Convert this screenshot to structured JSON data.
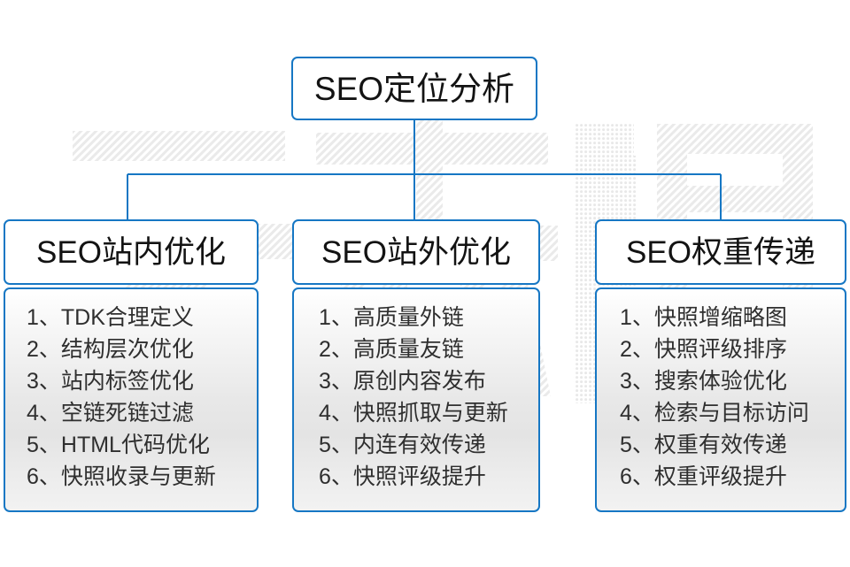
{
  "theme": {
    "line_color": "#1677c4",
    "border_color": "#1677c4",
    "title_text_color": "#131313",
    "item_text_color": "#2f2f2f",
    "background": "#ffffff",
    "watermark_color": "#ebebeb"
  },
  "watermark": {
    "text": "云无限",
    "characters": [
      "云",
      "无",
      "限"
    ]
  },
  "root": {
    "label": "SEO定位分析"
  },
  "columns": [
    {
      "id": "seo-onsite",
      "header": "SEO站内优化",
      "items": [
        {
          "num": "1、",
          "label": "TDK合理定义"
        },
        {
          "num": "2、",
          "label": "结构层次优化"
        },
        {
          "num": "3、",
          "label": "站内标签优化"
        },
        {
          "num": "4、",
          "label": "空链死链过滤"
        },
        {
          "num": "5、",
          "label": "HTML代码优化"
        },
        {
          "num": "6、",
          "label": "快照收录与更新"
        }
      ]
    },
    {
      "id": "seo-offsite",
      "header": "SEO站外优化",
      "items": [
        {
          "num": "1、",
          "label": "高质量外链"
        },
        {
          "num": "2、",
          "label": "高质量友链"
        },
        {
          "num": "3、",
          "label": "原创内容发布"
        },
        {
          "num": "4、",
          "label": "快照抓取与更新"
        },
        {
          "num": "5、",
          "label": "内连有效传递"
        },
        {
          "num": "6、",
          "label": "快照评级提升"
        }
      ]
    },
    {
      "id": "seo-weight",
      "header": "SEO权重传递",
      "items": [
        {
          "num": "1、",
          "label": "快照增缩略图"
        },
        {
          "num": "2、",
          "label": "快照评级排序"
        },
        {
          "num": "3、",
          "label": "搜索体验优化"
        },
        {
          "num": "4、",
          "label": "检索与目标访问"
        },
        {
          "num": "5、",
          "label": "权重有效传递"
        },
        {
          "num": "6、",
          "label": "权重评级提升"
        }
      ]
    }
  ]
}
